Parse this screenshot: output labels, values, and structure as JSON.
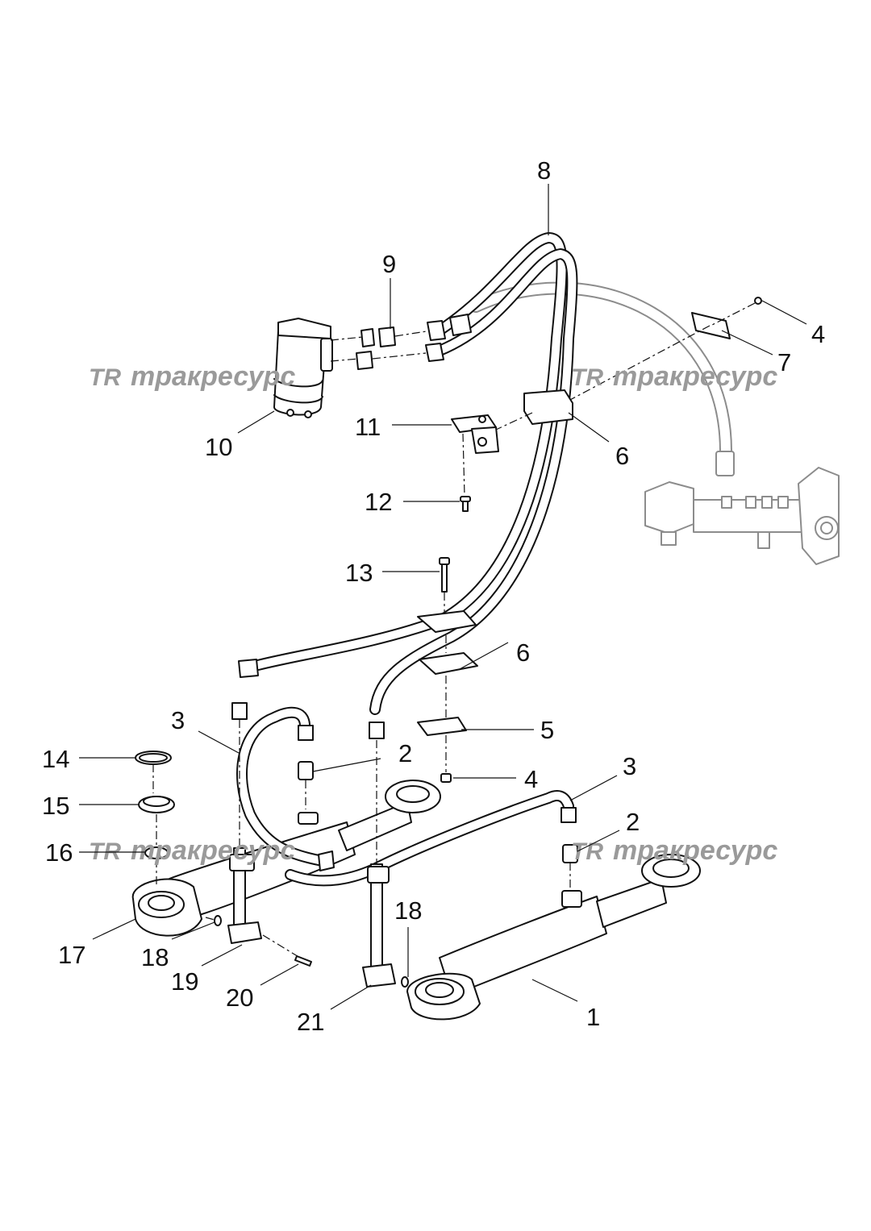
{
  "callouts": {
    "p1": "1",
    "p2a": "2",
    "p2b": "2",
    "p3a": "3",
    "p3b": "3",
    "p4a": "4",
    "p4b": "4",
    "p5": "5",
    "p6a": "6",
    "p6b": "6",
    "p7": "7",
    "p8": "8",
    "p9": "9",
    "p10": "10",
    "p11": "11",
    "p12": "12",
    "p13": "13",
    "p14": "14",
    "p15": "15",
    "p16": "16",
    "p17": "17",
    "p18a": "18",
    "p18b": "18",
    "p19": "19",
    "p20": "20",
    "p21": "21"
  },
  "watermark": {
    "logo": "TR",
    "text": "тракресурс"
  },
  "colors": {
    "line": "#111111",
    "ghost": "#8c8c8c",
    "watermark": "#9a9a9a",
    "background": "#ffffff"
  }
}
